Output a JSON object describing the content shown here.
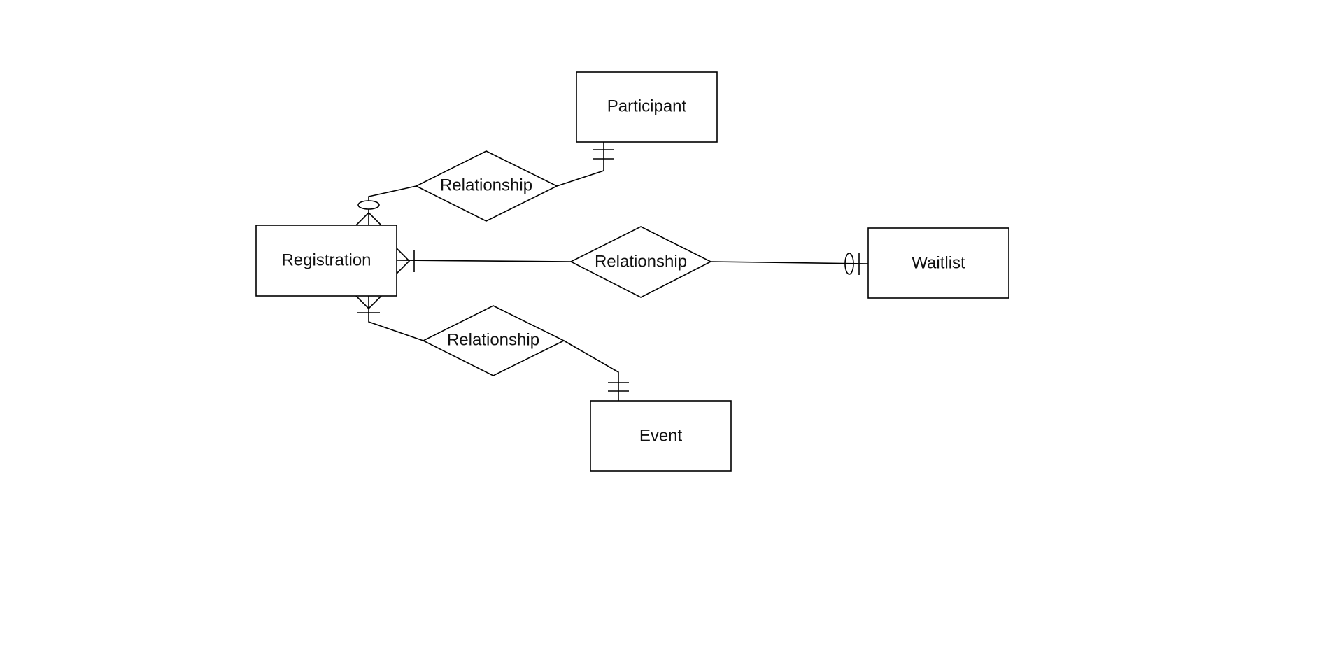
{
  "diagram": {
    "entities": {
      "participant": "Participant",
      "registration": "Registration",
      "waitlist": "Waitlist",
      "event": "Event"
    },
    "relationships": {
      "participant_registration": "Relationship",
      "registration_waitlist": "Relationship",
      "registration_event": "Relationship"
    },
    "connections": [
      {
        "from": "Registration",
        "to": "Participant",
        "from_cardinality": "zero-or-many",
        "to_cardinality": "one-and-only-one"
      },
      {
        "from": "Registration",
        "to": "Waitlist",
        "from_cardinality": "one-or-many",
        "to_cardinality": "zero-or-one"
      },
      {
        "from": "Registration",
        "to": "Event",
        "from_cardinality": "one-or-many",
        "to_cardinality": "one-and-only-one"
      }
    ],
    "colors": {
      "stroke": "#000000",
      "fill": "#ffffff",
      "text": "#111111"
    }
  }
}
